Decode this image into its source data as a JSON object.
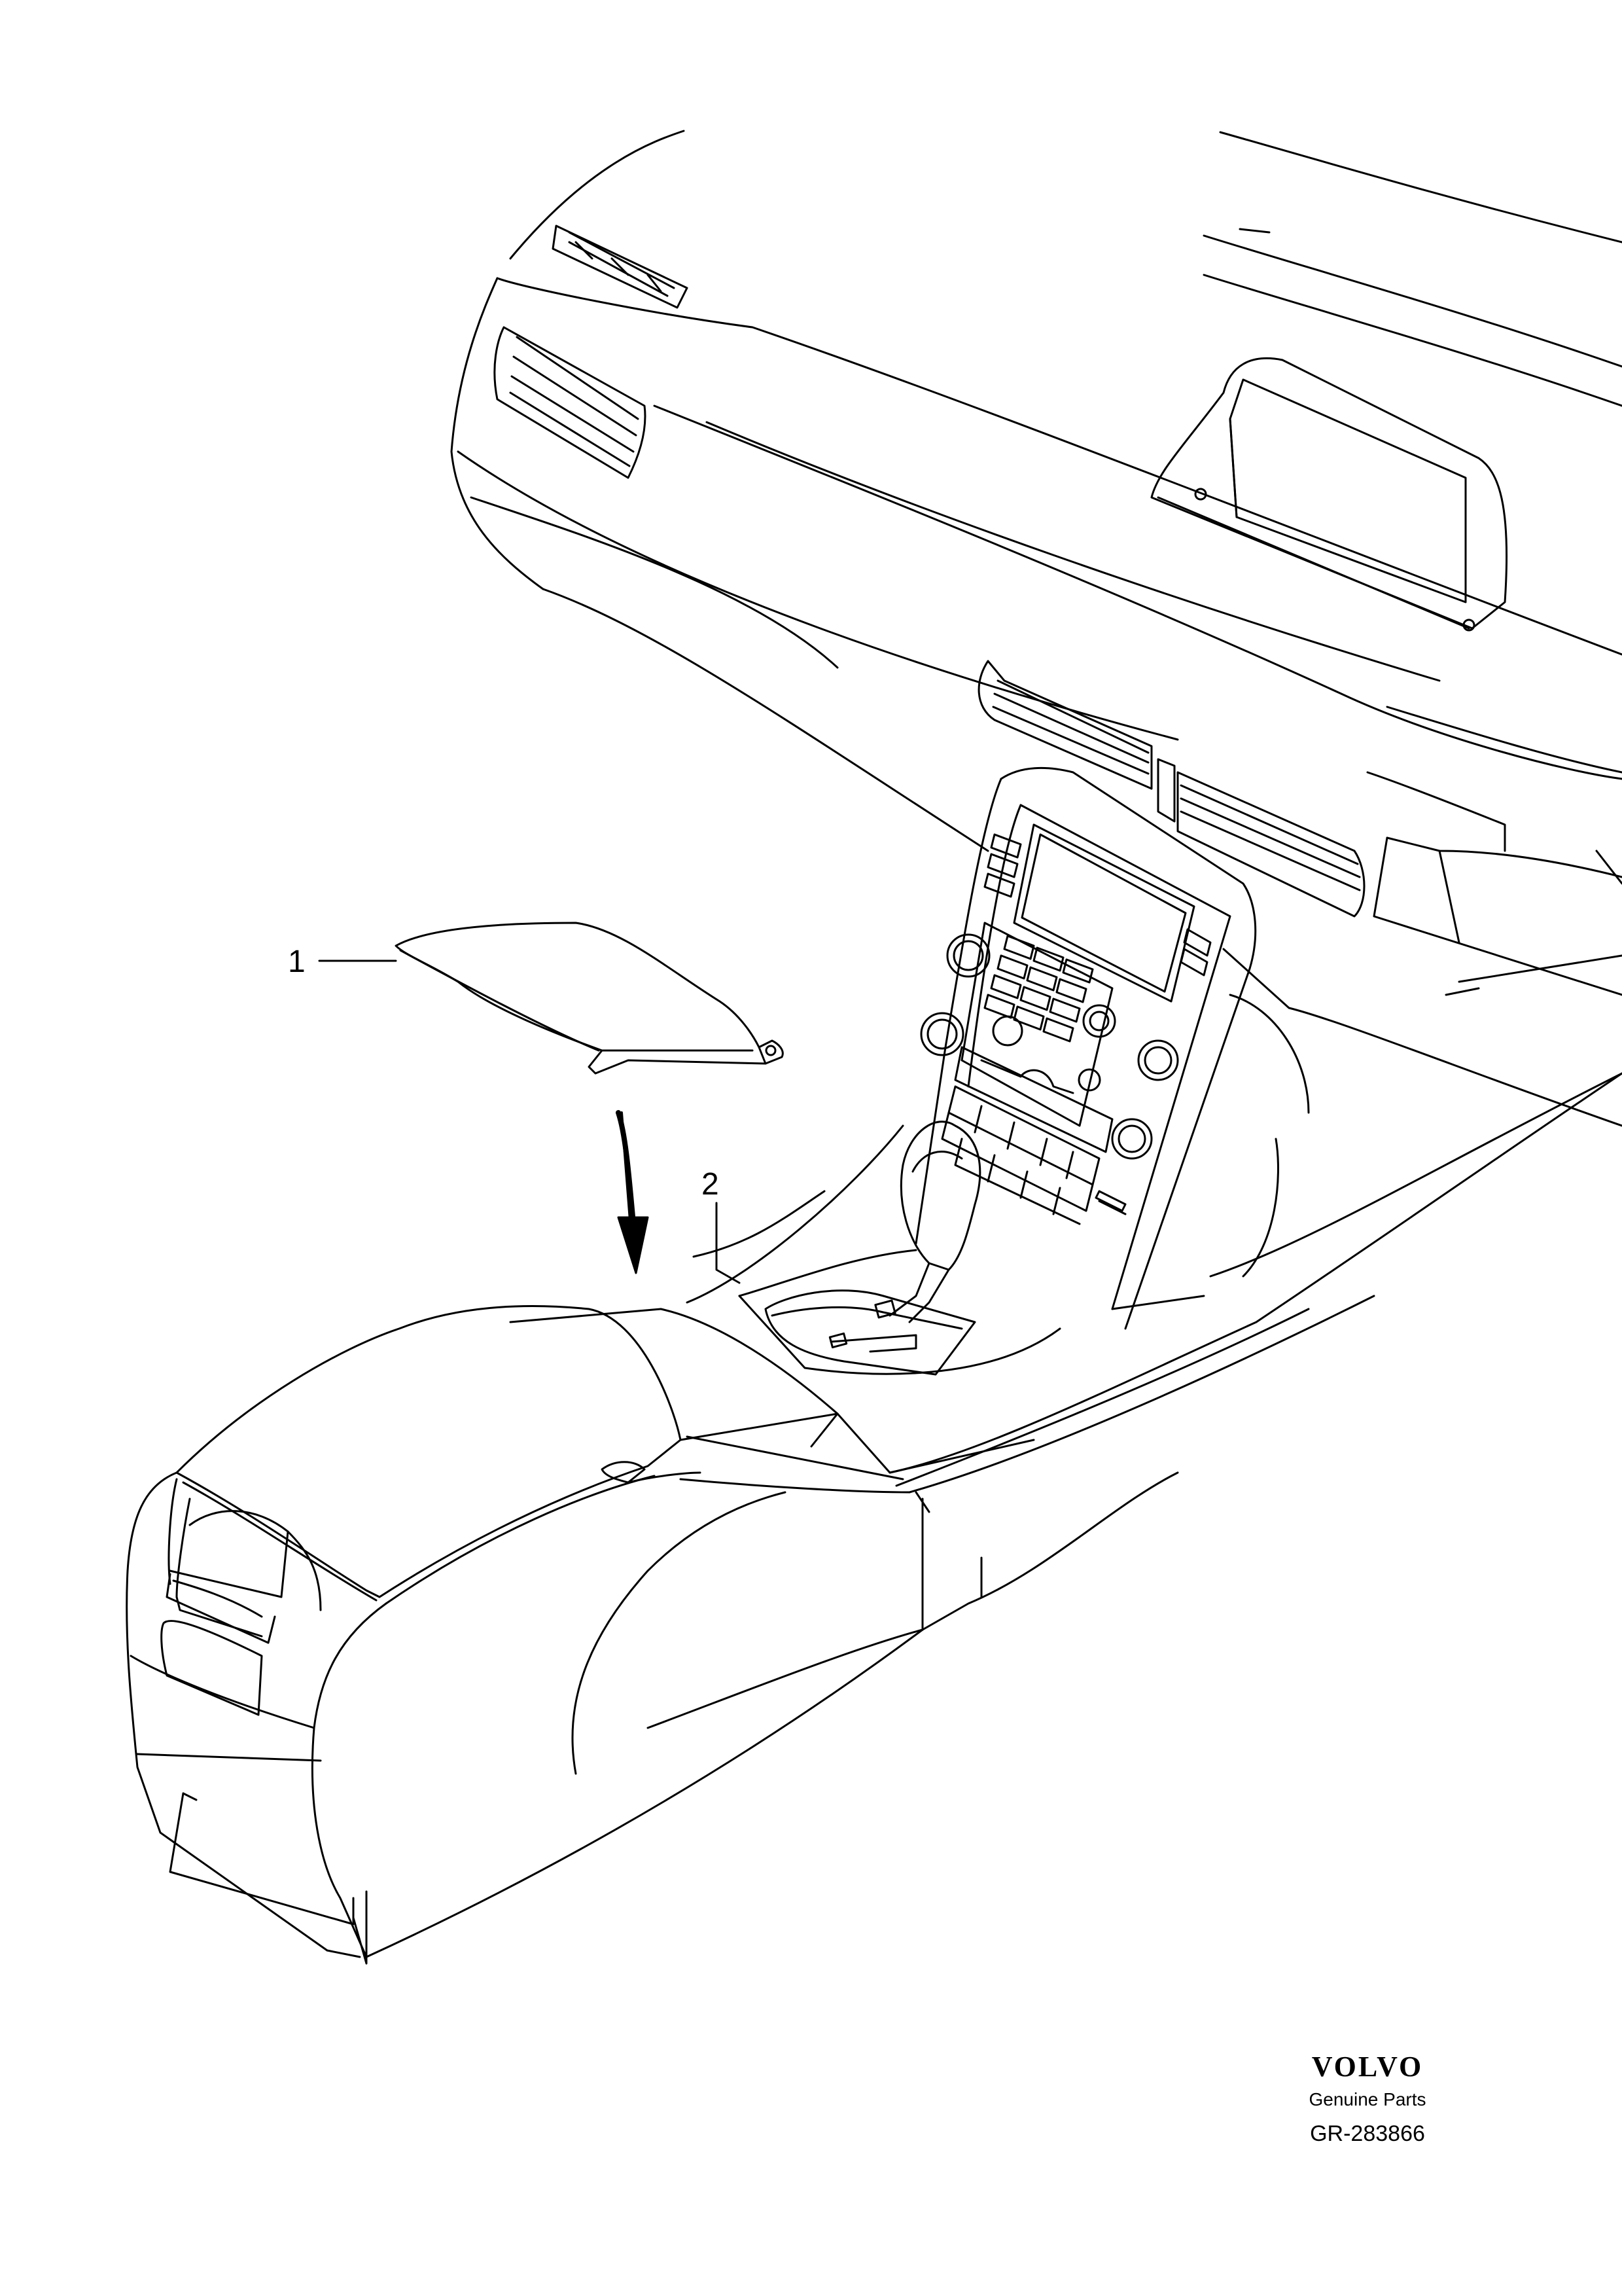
{
  "callouts": {
    "item1": "1",
    "item2": "2"
  },
  "brand": {
    "logo_text": "VOLVO",
    "subtitle": "Genuine Parts",
    "drawing_code": "GR-283866"
  },
  "colors": {
    "line": "#000000",
    "background": "#ffffff"
  }
}
